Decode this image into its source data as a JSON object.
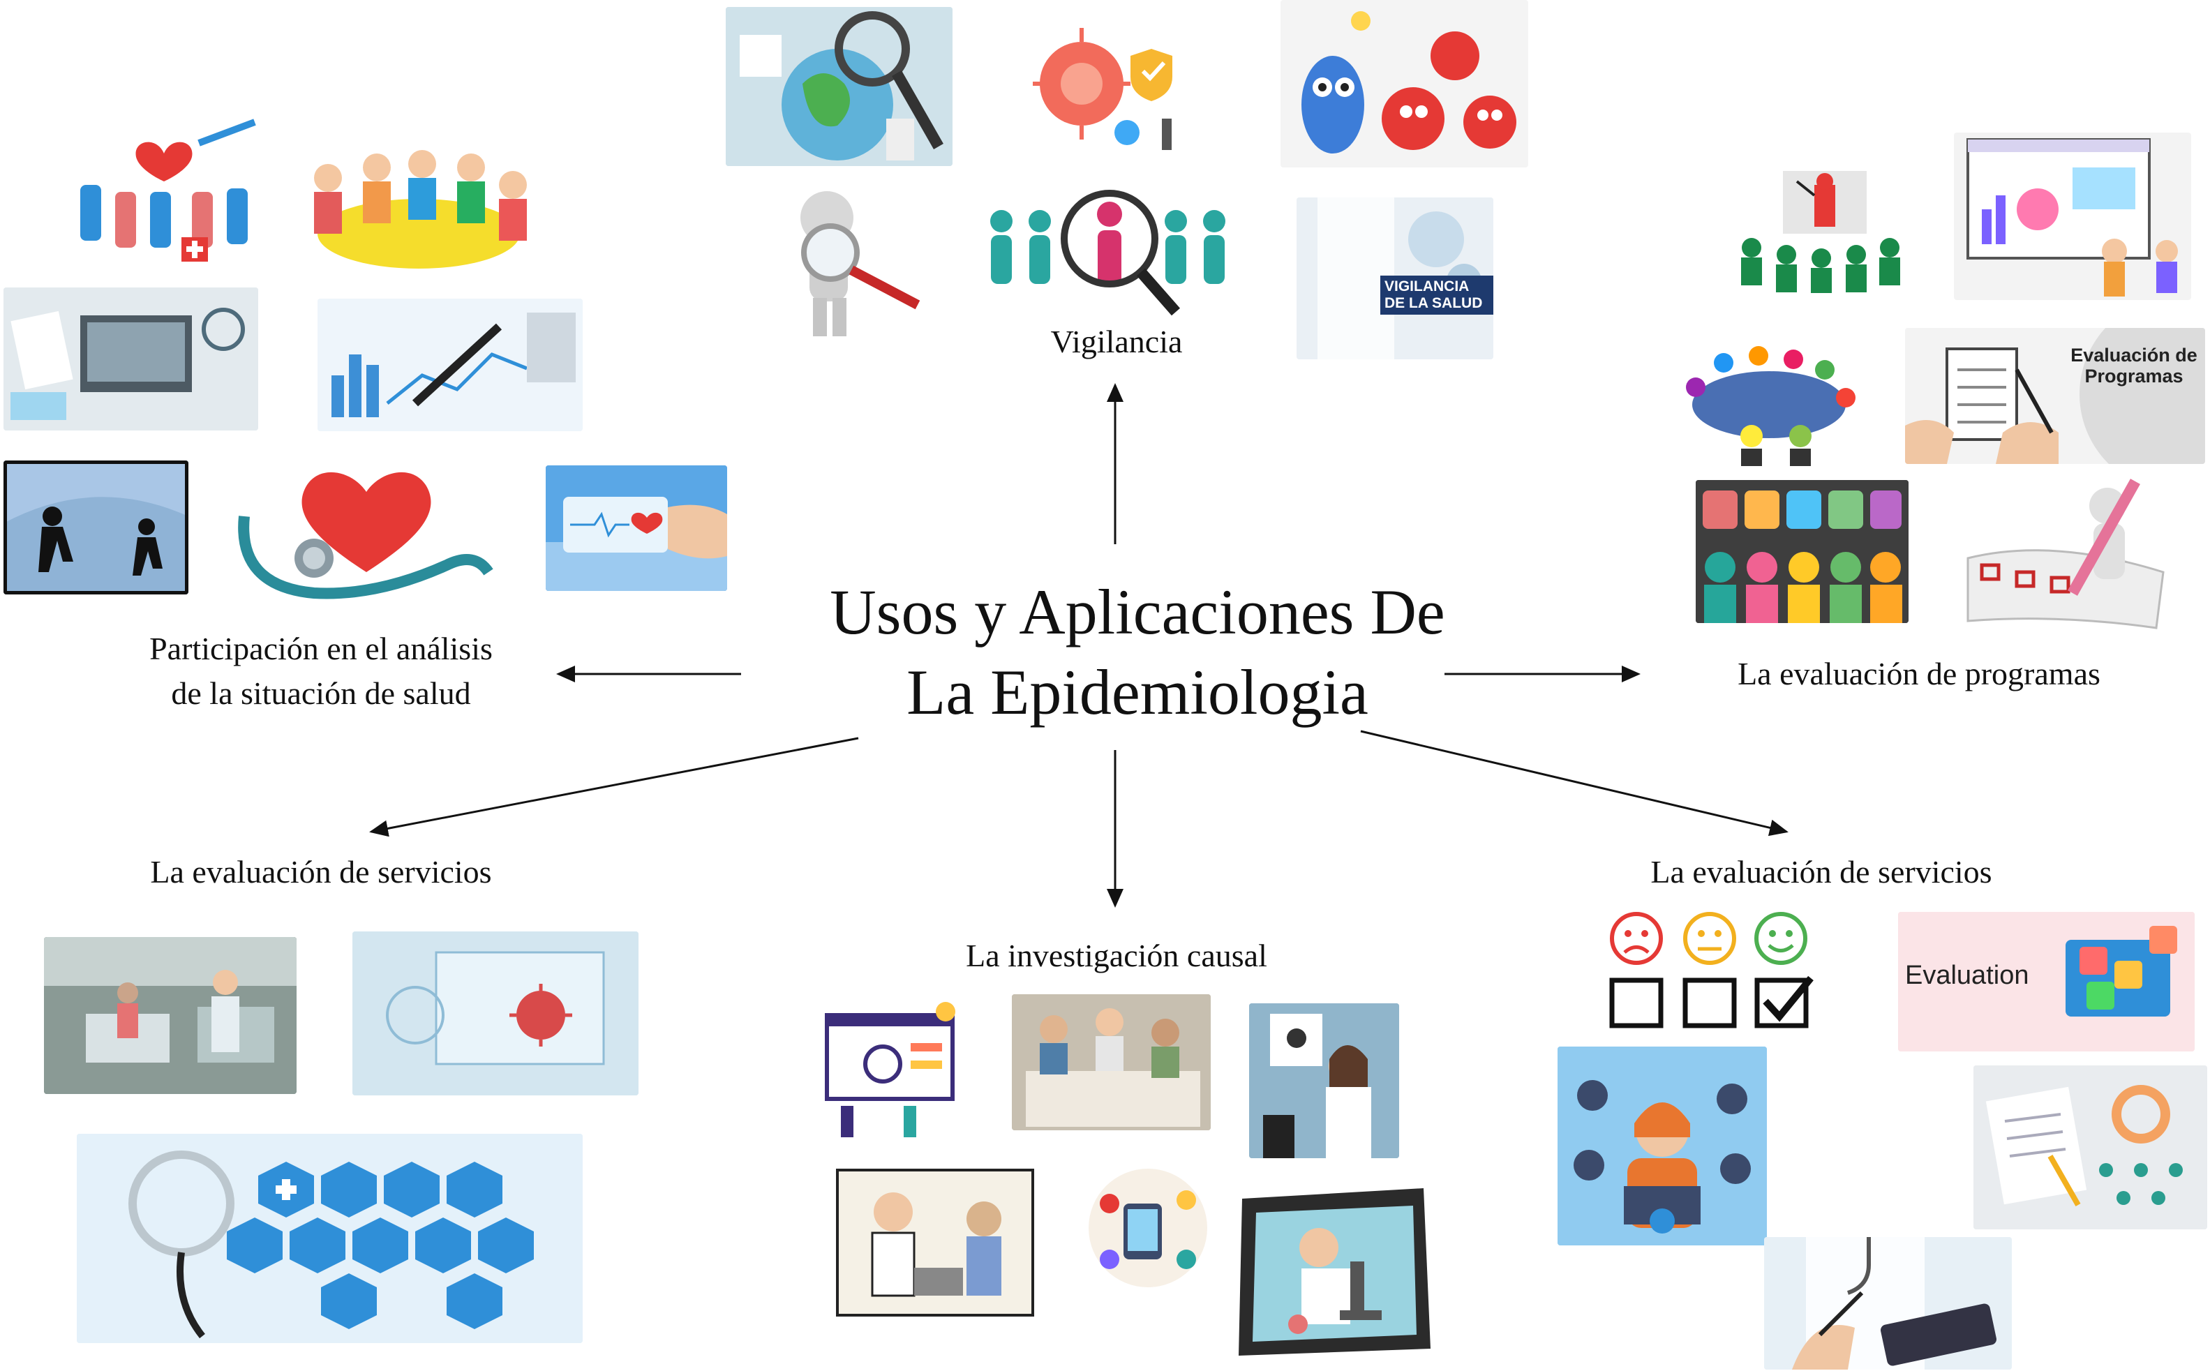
{
  "central": {
    "line1": "Usos y Aplicaciones De",
    "line2": "La Epidemiologia"
  },
  "branches": {
    "vigilancia": "Vigilancia",
    "analisis_line1": "Participación en el análisis",
    "analisis_line2": "de la situación de salud",
    "programas": "La evaluación de programas",
    "servicios_left": "La evaluación de servicios",
    "servicios_right": "La evaluación de servicios",
    "causal": "La investigación causal"
  },
  "image_text": {
    "vigilancia_tag_line1": "VIGILANCIA",
    "vigilancia_tag_line2": "DE LA SALUD",
    "programas_tag_line1": "Evaluación de",
    "programas_tag_line2": "Programas",
    "evaluation_word": "Evaluation"
  },
  "colors": {
    "arrow": "#111111",
    "accent_red": "#e03a3a",
    "accent_teal": "#2aa6a0",
    "accent_blue": "#2f8fd8"
  }
}
